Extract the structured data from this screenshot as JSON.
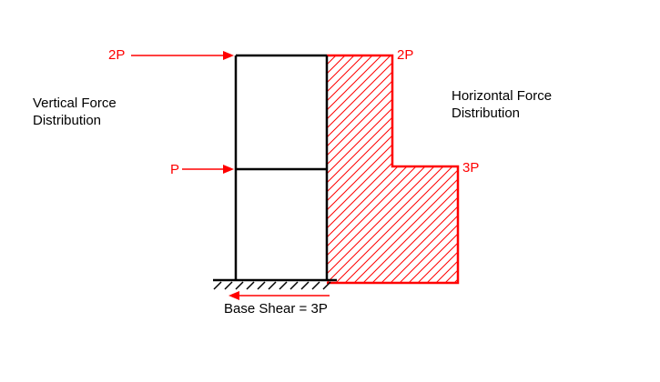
{
  "colors": {
    "structure": "#000000",
    "force": "#ff0000",
    "background": "#ffffff"
  },
  "labels": {
    "vertical_title_line1": "Vertical Force",
    "vertical_title_line2": "Distribution",
    "horizontal_title_line1": "Horizontal Force",
    "horizontal_title_line2": "Distribution",
    "top_applied_force": "2P",
    "middle_applied_force": "P",
    "top_shear": "2P",
    "bottom_shear": "3P",
    "base_shear": "Base Shear = 3P"
  }
}
